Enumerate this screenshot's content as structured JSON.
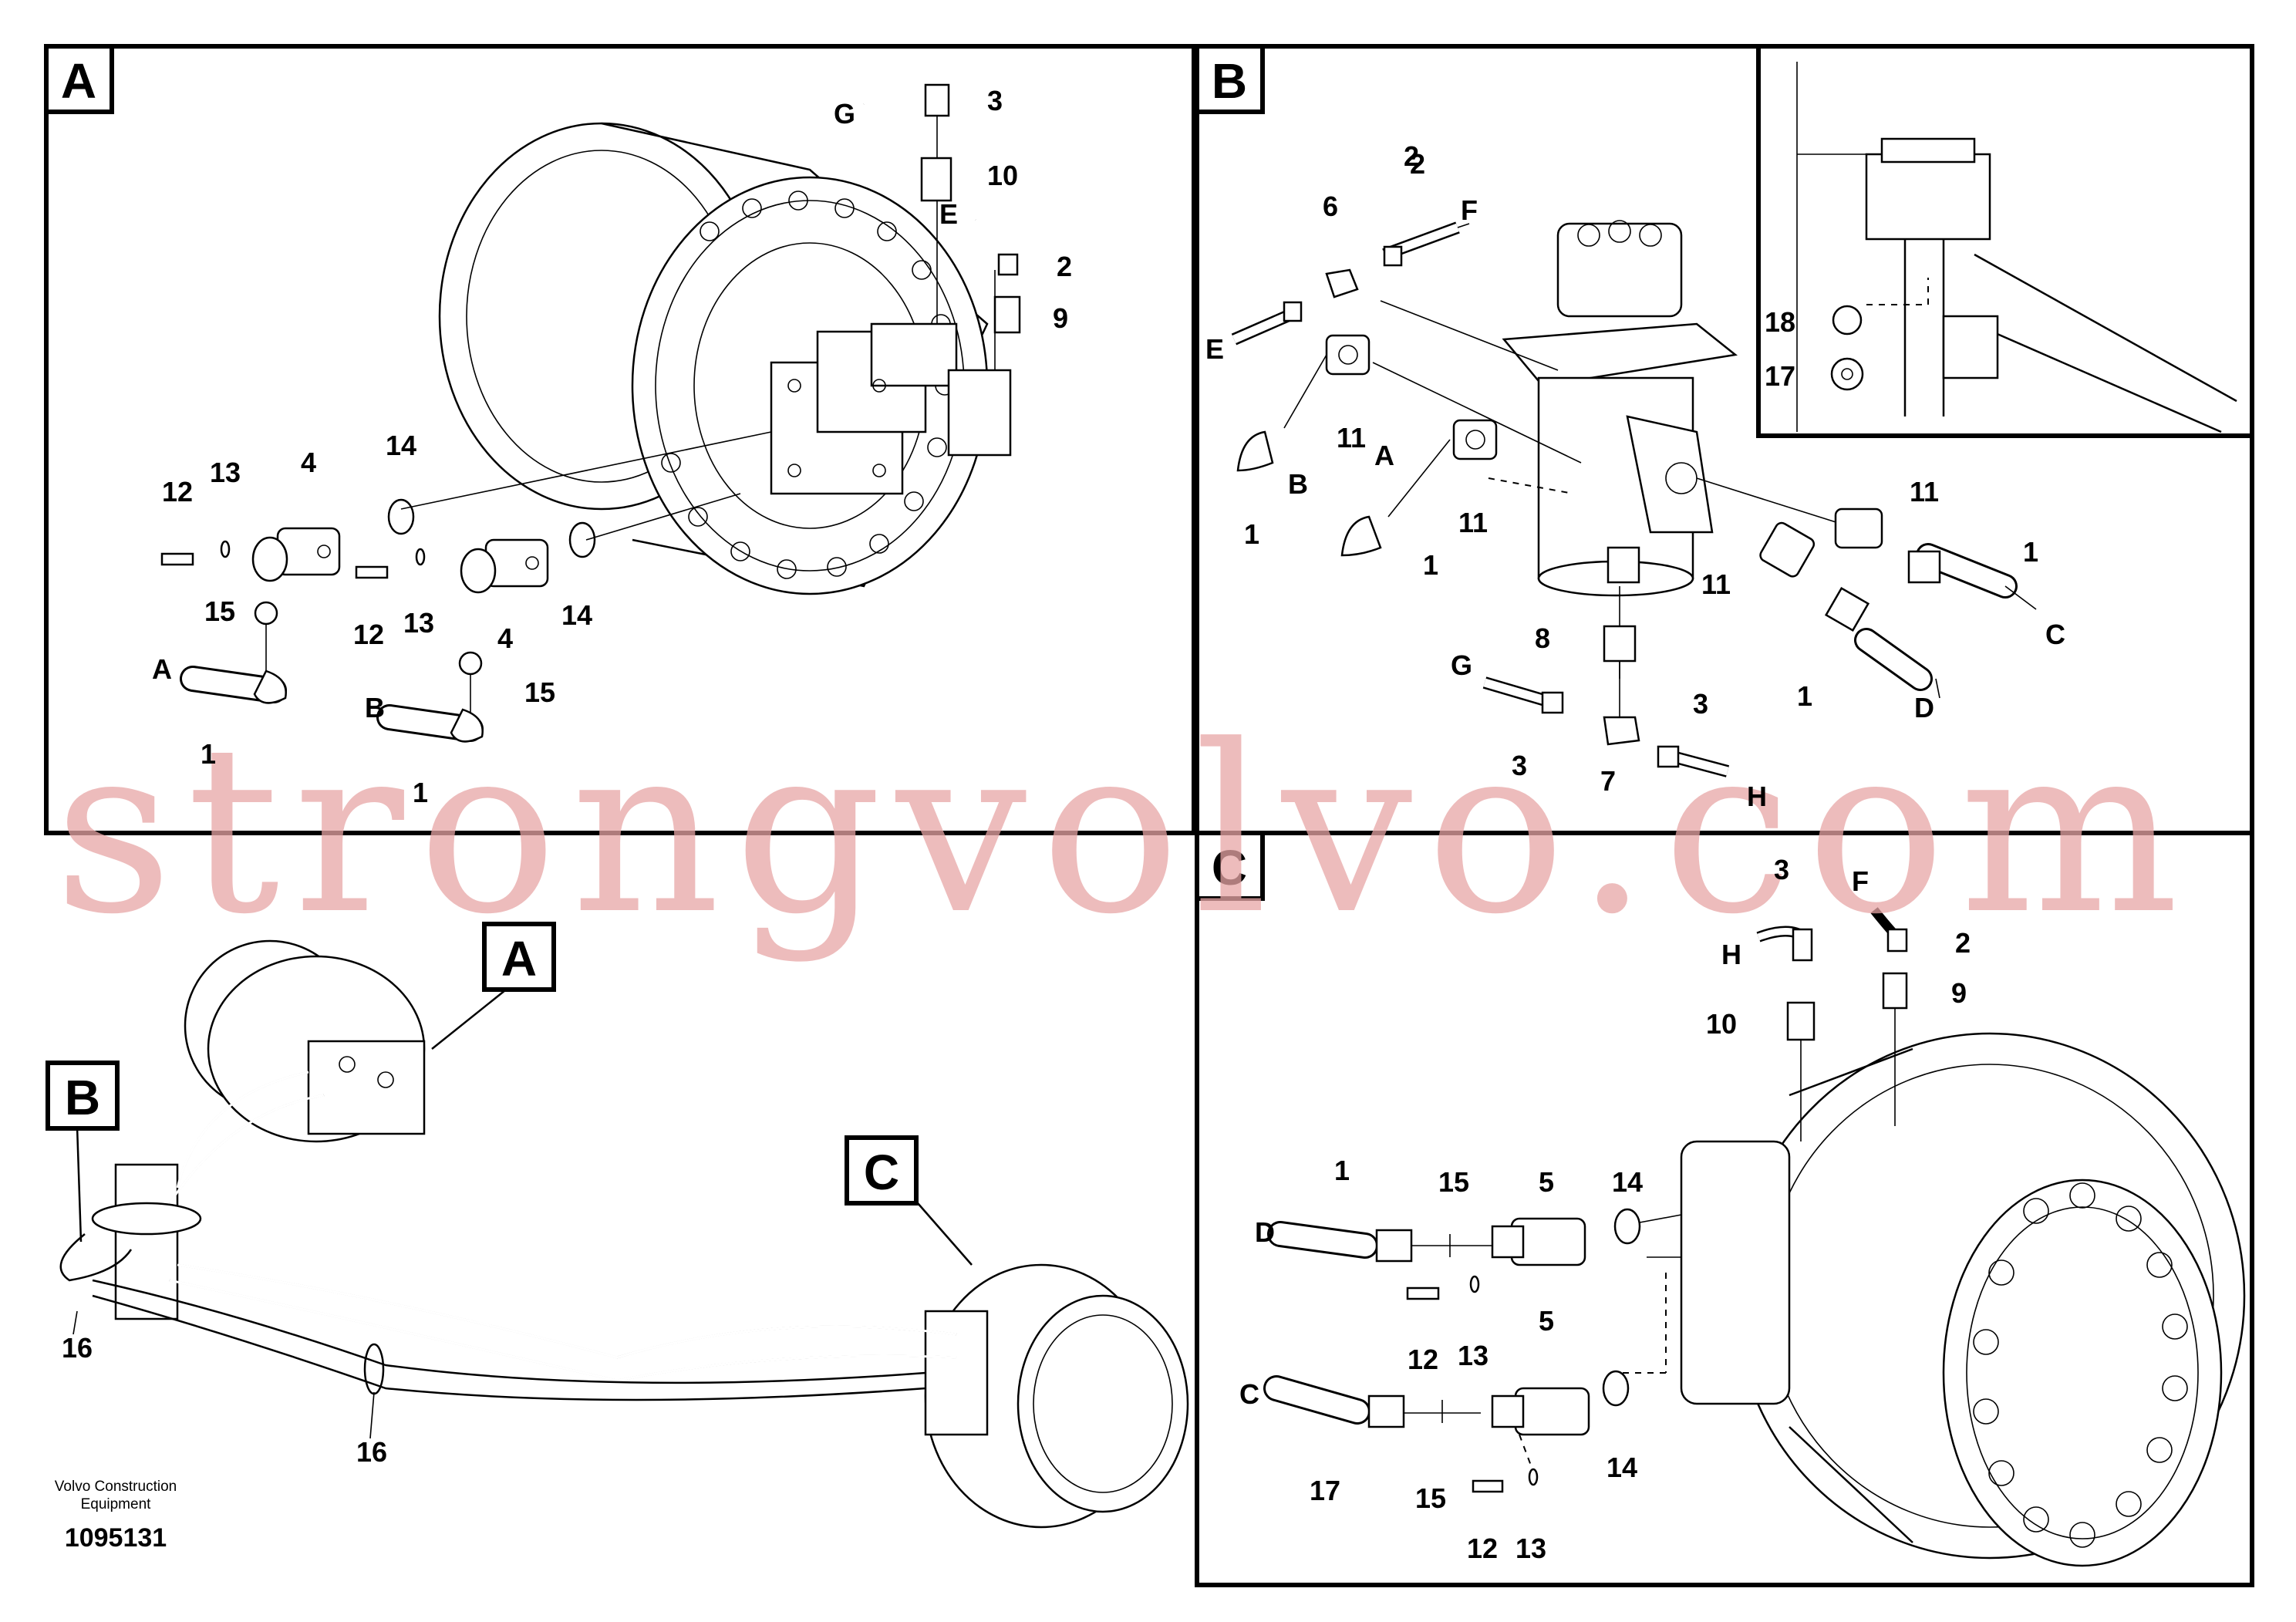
{
  "panels": {
    "A": {
      "letter": "A",
      "callouts": [
        "3",
        "10",
        "2",
        "9",
        "12",
        "13",
        "4",
        "14",
        "15",
        "1",
        "12",
        "13",
        "4",
        "14",
        "15",
        "1",
        "G",
        "E",
        "A",
        "B"
      ]
    },
    "B": {
      "letter": "B",
      "callouts": [
        "2",
        "6",
        "2",
        "F",
        "E",
        "11",
        "11",
        "B",
        "1",
        "A",
        "1",
        "11",
        "11",
        "1",
        "C",
        "8",
        "G",
        "3",
        "7",
        "3",
        "H",
        "1",
        "D",
        "18",
        "17"
      ]
    },
    "C": {
      "letter": "C",
      "callouts": [
        "3",
        "F",
        "2",
        "H",
        "10",
        "9",
        "1",
        "15",
        "5",
        "14",
        "D",
        "12",
        "13",
        "5",
        "C",
        "17",
        "15",
        "14",
        "12",
        "13"
      ]
    }
  },
  "overview": {
    "labels": [
      "A",
      "B",
      "C"
    ],
    "callouts": [
      "16",
      "16"
    ]
  },
  "footer": {
    "company_line1": "Volvo Construction",
    "company_line2": "Equipment",
    "drawing_number": "1095131"
  },
  "watermark": "strongvolvo.com"
}
